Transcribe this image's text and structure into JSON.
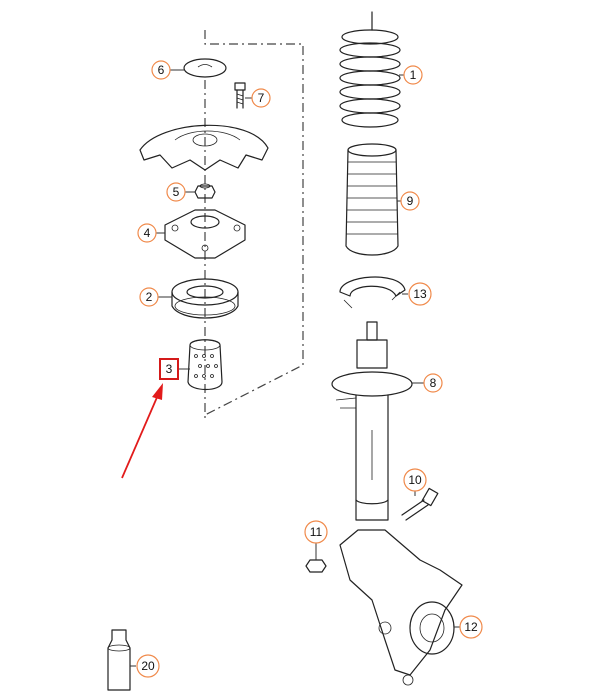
{
  "callouts": {
    "c1": "1",
    "c2": "2",
    "c3": "3",
    "c4": "4",
    "c5": "5",
    "c6": "6",
    "c7": "7",
    "c8": "8",
    "c9": "9",
    "c10": "10",
    "c11": "11",
    "c12": "12",
    "c13": "13",
    "c20": "20"
  },
  "colors": {
    "callout_outline": "#f08a4b",
    "highlight": "#d41a1a",
    "arrow": "#e21b1b"
  },
  "highlighted_part": "3"
}
